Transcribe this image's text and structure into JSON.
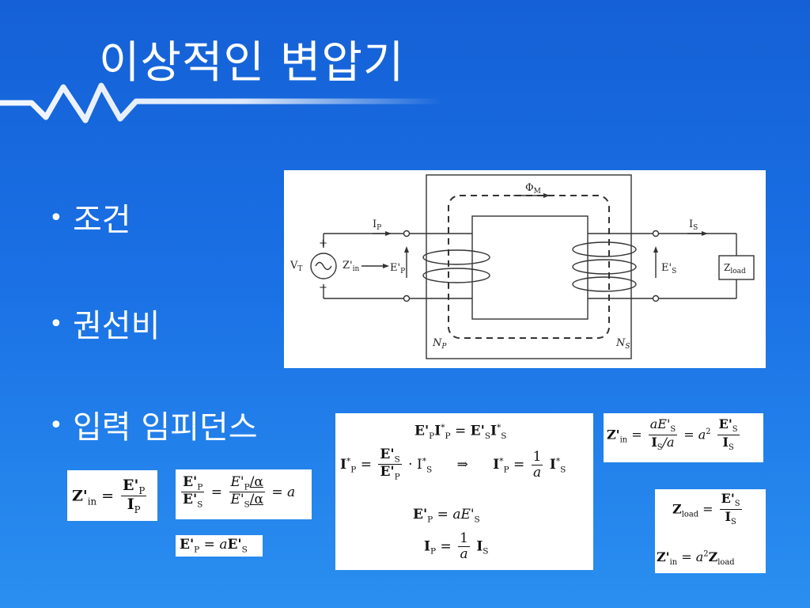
{
  "slide": {
    "title": "이상적인 변압기"
  },
  "bullets": [
    {
      "text": "조건"
    },
    {
      "text": "권선비"
    },
    {
      "text": "입력 임피던스"
    }
  ],
  "circuit": {
    "source_label": "V",
    "source_sub": "T",
    "zin_label": "Z'",
    "zin_sub": "in",
    "ep_label": "E'",
    "ep_sub": "P",
    "es_label": "E'",
    "es_sub": "S",
    "ip_label": "I",
    "ip_sub": "P",
    "is_label": "I",
    "is_sub": "S",
    "flux_label": "Φ",
    "flux_sub": "M",
    "np_label": "N",
    "np_sub": "P",
    "ns_label": "N",
    "ns_sub": "S",
    "zload_label": "Z",
    "zload_sub": "load",
    "plus": "+",
    "minus": "−"
  },
  "equations": {
    "zin_main": {
      "lhs": "Z'",
      "lhs_sub": "in",
      "eq": "=",
      "num": "E'",
      "num_sub": "P",
      "den": "I",
      "den_sub": "P"
    },
    "ratio": {
      "n1": "E'",
      "n1_sub": "P",
      "d1": "E'",
      "d1_sub": "S",
      "n2": "E'",
      "n2_sub": "P",
      "n2_ang": "/α",
      "d2": "E'",
      "d2_sub": "S",
      "d2_ang": "/α",
      "rhs": "= a"
    },
    "ep_ae": {
      "text_l": "E'",
      "sub_l": "P",
      "mid": " = a",
      "text_r": "E'",
      "sub_r": "S"
    },
    "power": {
      "line1": "E'",
      "line1_sub": "P",
      "ip": "I",
      "ip_sup": "*",
      "ip_sub": "P",
      "eq": " = ",
      "es": "E'",
      "es_sub": "S",
      "is": "I",
      "is_sup": "*",
      "is_sub": "S"
    },
    "ipstar": {
      "lhs": "I",
      "lhs_sup": "*",
      "lhs_sub": "P",
      "num": "E'",
      "num_sub": "S",
      "den": "E'",
      "den_sub": "P",
      "dot": "· I",
      "dot_sup": "*",
      "dot_sub": "S",
      "arrow": "⇒",
      "rhs": "I",
      "rhs_sup": "*",
      "rhs_sub": "P",
      "one": "1",
      "a": "a",
      "rhs2": "I",
      "rhs2_sup": "*",
      "rhs2_sub": "S"
    },
    "ep_ae2": {
      "lhs": "E'",
      "lhs_sub": "P",
      "rhs": " = aE'",
      "rhs_sub": "S"
    },
    "ip_frac": {
      "lhs": "I",
      "lhs_sub": "P",
      "eq": " = ",
      "one": "1",
      "a": "a",
      "is": "I",
      "is_sub": "S"
    },
    "zin_right": {
      "lhs": "Z'",
      "lhs_sub": "in",
      "num": "aE'",
      "num_sub": "S",
      "den": "I",
      "den_sub": "S",
      "den2": "/a",
      "eq2": "= a",
      "sq": "2",
      "num2": "E'",
      "num2_sub": "S",
      "den3": "I",
      "den3_sub": "S"
    },
    "zload": {
      "lhs": "Z",
      "lhs_sub": "load",
      "num": "E'",
      "num_sub": "S",
      "den": "I",
      "den_sub": "S"
    },
    "zin_load": {
      "lhs": "Z'",
      "lhs_sub": "in",
      "mid": " = a",
      "sq": "2",
      "rhs": "Z",
      "rhs_sub": "load"
    }
  }
}
